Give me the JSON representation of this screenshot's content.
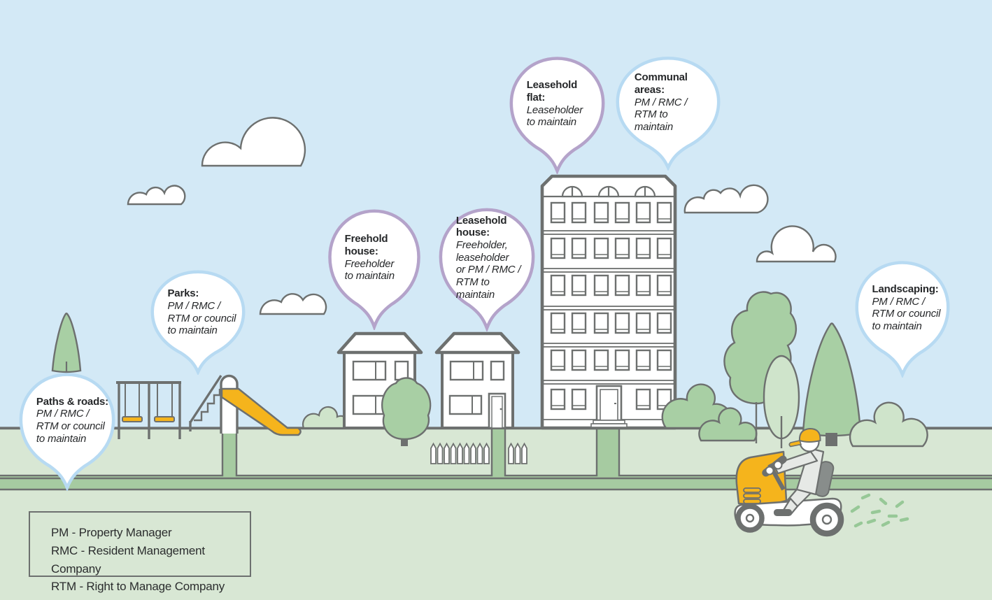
{
  "bubbles": {
    "paths_roads": {
      "heading": "Paths & roads:",
      "body": "PM / RMC /\nRTM or council\nto maintain",
      "accent": "#b7daf2"
    },
    "parks": {
      "heading": "Parks:",
      "body": "PM / RMC /\nRTM or council\nto maintain",
      "accent": "#b7daf2"
    },
    "freehold_house": {
      "heading": "Freehold\nhouse:",
      "body": "Freeholder\nto maintain",
      "accent": "#b4a3ca"
    },
    "leasehold_house": {
      "heading": "Leasehold\nhouse:",
      "body": "Freeholder,\nleaseholder\nor PM / RMC /\nRTM to\nmaintain",
      "accent": "#b4a3ca"
    },
    "leasehold_flat": {
      "heading": "Leasehold\nflat:",
      "body": "Leaseholder\nto maintain",
      "accent": "#b4a3ca"
    },
    "communal_areas": {
      "heading": "Communal\nareas:",
      "body": "PM / RMC /\nRTM to\nmaintain",
      "accent": "#b7daf2"
    },
    "landscaping": {
      "heading": "Landscaping:",
      "body": "PM / RMC /\nRTM or council\nto maintain",
      "accent": "#b7daf2"
    }
  },
  "legend": {
    "lines": [
      "PM - Property Manager",
      "RMC - Resident Management Company",
      "RTM - Right to Manage Company"
    ]
  },
  "colors": {
    "sky": "#d3e9f6",
    "grass_light": "#d8e7d4",
    "path_green": "#a6cba1",
    "tree_green": "#a8cfa4",
    "tree_light": "#cfe4cb",
    "outline_gray": "#6d706f",
    "accent_yellow": "#f5b41c",
    "pin_purple": "#b4a3ca",
    "pin_blue": "#b7daf2",
    "text": "#26282a"
  }
}
